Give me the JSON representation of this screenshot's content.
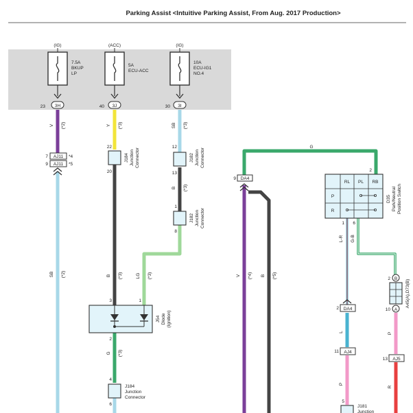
{
  "title": "Parking Assist <Intuitive Parking Assist, From Aug. 2017 Production>",
  "fuses": [
    {
      "supply": "(IG)",
      "rating": "7.5A",
      "name1": "BKUP",
      "name2": "LP",
      "pin": "23",
      "term": "3H"
    },
    {
      "supply": "(ACC)",
      "rating": "5A",
      "name1": "ECU-ACC",
      "name2": "",
      "pin": "40",
      "term": "3J"
    },
    {
      "supply": "(IG)",
      "rating": "10A",
      "name1": "ECU-IG1",
      "name2": "NO.4",
      "pin": "30",
      "term": "3I"
    }
  ],
  "wires": {
    "v": "V",
    "y": "Y",
    "sb": "SB",
    "b": "B",
    "lg": "LG",
    "g": "G",
    "lr": "L-R",
    "gb": "G-B",
    "l": "L",
    "p": "P",
    "r": "R"
  },
  "notes": {
    "n2": "(*2)",
    "n3": "(*3)",
    "n4": "(*4)",
    "n5": "(*5)",
    "s4": "*4",
    "s5": "*5"
  },
  "connectors": {
    "aj11": "AJ11",
    "aj11_pin_a": "7",
    "aj11_pin_b": "9",
    "j184_top": "22",
    "j184_bot": "20",
    "j182_top": "12",
    "j182_bot": "13",
    "j182b_top": "1",
    "j182b_bot": "8",
    "j184b_top": "4",
    "j184b_bot": "6",
    "da4": "DA4",
    "da4_pin": "9",
    "da4b": "DA4",
    "da4b_pin": "2",
    "aj4": "AJ4",
    "aj4_pin": "11",
    "aj5": "AJ5",
    "aj5_pin": "13",
    "j181_pin": "5",
    "a45_b_pin": "2",
    "a45_b": "B",
    "a45_a_pin": "10",
    "a45_a": "A",
    "jc_name": "Junction",
    "jc_name2": "Connector",
    "j184": "J184",
    "j182": "J182",
    "j181": "J181"
  },
  "diode": {
    "id": "J54",
    "name": "Diode",
    "sub": "(Ignition)",
    "pin_in_a": "3",
    "pin_in_b": "1",
    "pin_out": "2"
  },
  "switch": {
    "id": "D35",
    "name1": "Park/Neutral",
    "name2": "Position Switch",
    "cols": [
      "RL",
      "PL",
      "RB"
    ],
    "rows": [
      "P",
      "R"
    ],
    "pin_top": "2",
    "pin_l": "1",
    "pin_r": "6"
  },
  "a45": "A45(A),D73(B)"
}
